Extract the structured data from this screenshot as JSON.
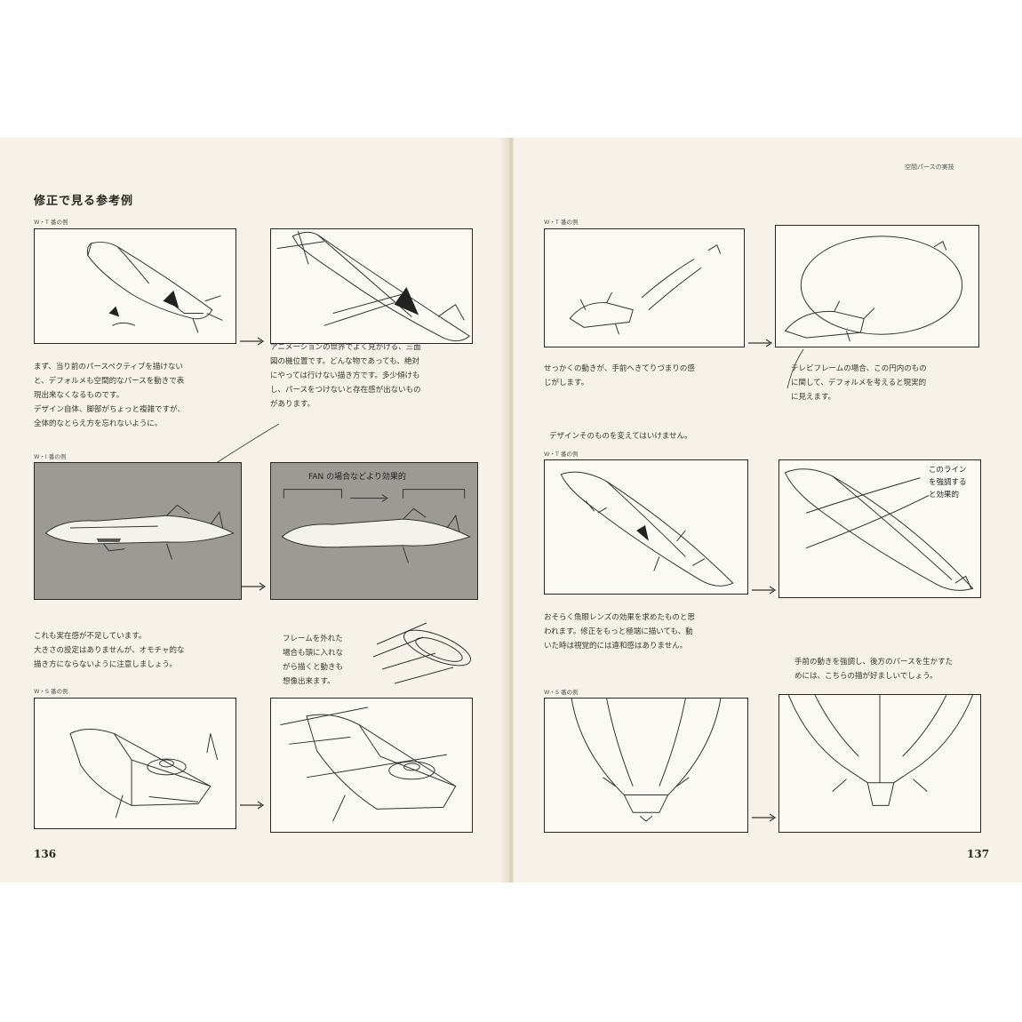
{
  "left_page": {
    "section_title": "修正で見る参考例",
    "page_number": "136",
    "fig1_label": "W・T 番の例",
    "fig2_label": "W・I 番の例",
    "fig3_label": "W・S 番の例",
    "caption_1": "まず、当り前のパースペクティブを描けない\nと、デフォルメも空間的なパースを動きで表\n現出来なくなるものです。\nデザイン自体、脚部がちょっと複雑ですが、\n全体的なとらえ方を忘れないように。",
    "caption_2": "アニメーションの世界でよく見かける、三面\n図の機位置です。どんな物であっても、絶対\nにやっては行けない描き方です。多少傾けも\nし、パースをつけないと存在感が出ないもの\nがあります。",
    "panel_note": "FAN の場合などより効果的",
    "caption_3": "これも実在感が不足しています。\n大きさの設定はありませんが、オモチャ的な\n描き方にならないように注意しましょう。",
    "caption_4": "フレームを外れた\n場合も頭に入れな\nがら描くと動きも\n想像出来ます。"
  },
  "right_page": {
    "running_head": "空間パースの実技",
    "page_number": "137",
    "fig1_label": "W・T 番の例",
    "fig2_label": "W・T 番の例",
    "fig3_label": "W・S 番の例",
    "caption_1": "せっかくの動きが、手前へきてりづまりの感\nじがします。",
    "caption_2": "テレビフレームの場合、この円内のもの\nに関して、デフォルメを考えると現実的\nに見えます。",
    "caption_3": "デザインそのものを変えてはいけません。",
    "panel_note": "このライン\nを強調する\nと効果的",
    "caption_4": "おそらく魚眼レンズの効果を求めたものと思\nわれます。修正をもっと極端に描いても、動\nいた時は視覚的には違和感はありません。",
    "caption_5": "手前の動きを強調し、後方のパースを生かすた\nめには、こちらの描が好ましいでしょう。"
  }
}
